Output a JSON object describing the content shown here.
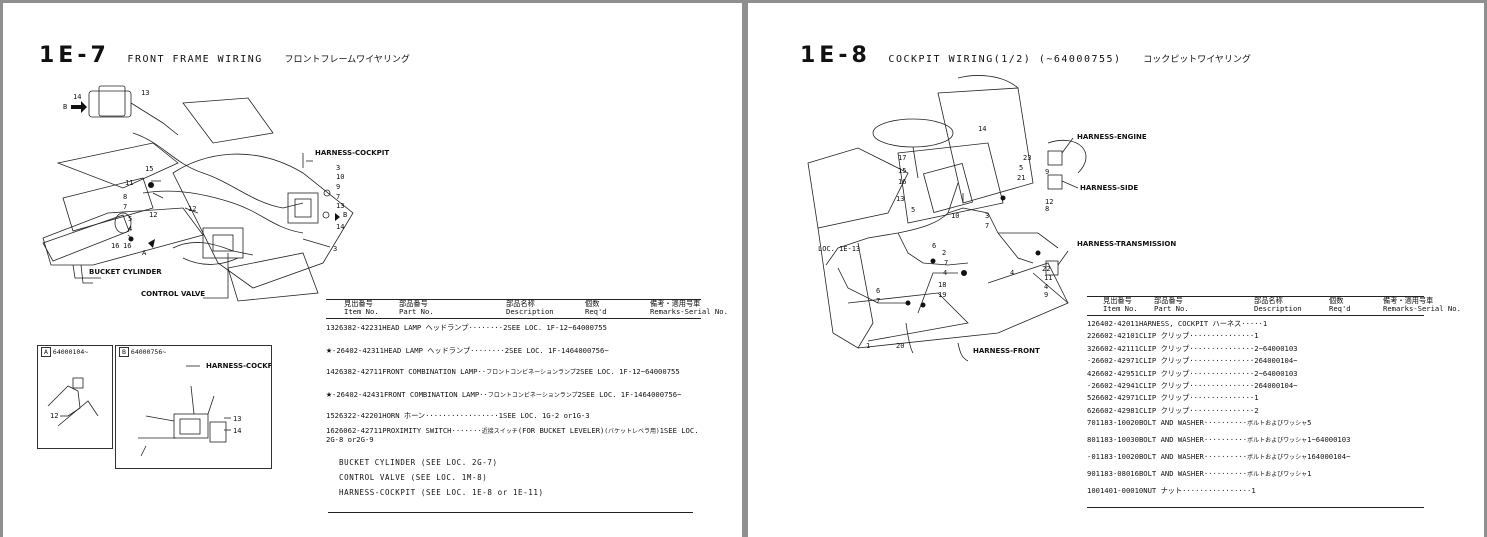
{
  "left_page": {
    "code": "1E-7",
    "name": "FRONT FRAME WIRING",
    "name_jp": "フロントフレームワイヤリング",
    "labels": {
      "harness_cockpit": "HARNESS-COCKPIT",
      "bucket_cylinder": "BUCKET CYLINDER",
      "control_valve": "CONTROL VALVE",
      "view_a": "A",
      "view_b": "B",
      "n3": "3",
      "n4": "4",
      "n5": "5",
      "n7": "7",
      "n8": "8",
      "n9": "9",
      "n10": "10",
      "n11": "11",
      "n12": "12",
      "n13": "13",
      "n14": "14",
      "n15": "15",
      "n16": "16"
    },
    "inset_a": {
      "tag": "A",
      "serial": "64000104~",
      "part": "12"
    },
    "inset_b": {
      "tag": "B",
      "serial": "64000756~",
      "harness": "HARNESS-COCKPIT",
      "p13": "13",
      "p14": "14"
    },
    "table_header": {
      "item_jp": "見出番号",
      "item": "Item No.",
      "part_jp": "部品番号",
      "part": "Part No.",
      "desc_jp": "部品名称",
      "desc": "Description",
      "req_jp": "個数",
      "req": "Req'd",
      "remarks_jp": "備考・適用号車",
      "remarks": "Remarks-Serial No."
    },
    "rows": [
      {
        "star": "",
        "item": "13",
        "part": "26382-42231",
        "desc": "HEAD LAMP ヘッドランプ········",
        "desc2": "",
        "req": "2",
        "remarks": "SEE LOC. 1F-12",
        "remarks2": "~64000755"
      },
      {
        "star": "★",
        "item": "-",
        "part": "26402-42311",
        "desc": "HEAD LAMP ヘッドランプ········",
        "desc2": "",
        "req": "2",
        "remarks": "SEE LOC. 1F-14",
        "remarks2": "64000756~"
      },
      {
        "star": "",
        "item": "14",
        "part": "26382-42711",
        "desc": "FRONT COMBINATION LAMP··",
        "desc2": "フロントコンビネーションランプ",
        "req": "2",
        "remarks": "SEE LOC. 1F-12",
        "remarks2": "~64000755"
      },
      {
        "star": "★",
        "item": "-",
        "part": "26402-42431",
        "desc": "FRONT COMBINATION LAMP··",
        "desc2": "フロントコンビネーションランプ",
        "req": "2",
        "remarks": "SEE LOC. 1F-14",
        "remarks2": "64000756~"
      },
      {
        "star": "",
        "item": "15",
        "part": "26322-42201",
        "desc": "HORN ホーン·················",
        "desc2": "",
        "req": "1",
        "remarks": "SEE LOC. 1G-2 or",
        "remarks2": "1G-3"
      },
      {
        "star": "",
        "item": "16",
        "part": "26062-42711",
        "desc": "PROXIMITY SWITCH·······",
        "desc2": "近接スイッチ",
        "desc3": "(FOR BUCKET LEVELER)",
        "desc4": "(バケットレベラ用)",
        "req": "1",
        "remarks": "SEE LOC. 2G-8 or",
        "remarks2": "2G-9"
      }
    ],
    "notes": [
      "BUCKET CYLINDER (SEE LOC. 2G-7)",
      "CONTROL VALVE (SEE LOC. 1M-8)",
      "HARNESS-COCKPIT (SEE LOC. 1E-8 or 1E-11)"
    ]
  },
  "right_page": {
    "code": "1E-8",
    "name": "COCKPIT WIRING(1/2) (~64000755)",
    "name_jp": "コックピットワイヤリング",
    "labels": {
      "harness_engine": "HARNESS-ENGINE",
      "harness_side": "HARNESS-SIDE",
      "harness_transmission": "HARNESS-TRANSMISSION",
      "harness_front": "HARNESS-FRONT",
      "loc": "LOC. 1E-13",
      "n1": "1",
      "n2": "2",
      "n3": "3",
      "n4": "4",
      "n5": "5",
      "n6": "6",
      "n7": "7",
      "n8": "8",
      "n9": "9",
      "n10": "10",
      "n11": "11",
      "n12": "12",
      "n13": "13",
      "n14": "14",
      "n15": "15",
      "n16": "16",
      "n17": "17",
      "n18": "18",
      "n19": "19",
      "n20": "20",
      "n21": "21",
      "n22": "22",
      "n23": "23"
    },
    "table_header": {
      "item_jp": "見出番号",
      "item": "Item No.",
      "part_jp": "部品番号",
      "part": "Part No.",
      "desc_jp": "部品名称",
      "desc": "Description",
      "req_jp": "個数",
      "req": "Req'd",
      "remarks_jp": "備考・適用号車",
      "remarks": "Remarks-Serial No."
    },
    "rows": [
      {
        "item": "1",
        "part": "26402-42011",
        "desc": "HARNESS, COCKPIT ハーネス·····",
        "desc2": "",
        "req": "1",
        "remarks": ""
      },
      {
        "item": "2",
        "part": "26602-42101",
        "desc": "CLIP クリップ···············",
        "desc2": "",
        "req": "1",
        "remarks": ""
      },
      {
        "item": "3",
        "part": "26602-42111",
        "desc": "CLIP クリップ···············",
        "desc2": "",
        "req": "2",
        "remarks": "~64000103"
      },
      {
        "item": "-",
        "part": "26602-42971",
        "desc": "CLIP クリップ···············",
        "desc2": "",
        "req": "2",
        "remarks": "64000104~"
      },
      {
        "item": "4",
        "part": "26602-42951",
        "desc": "CLIP クリップ···············",
        "desc2": "",
        "req": "2",
        "remarks": "~64000103"
      },
      {
        "item": "-",
        "part": "26602-42941",
        "desc": "CLIP クリップ···············",
        "desc2": "",
        "req": "2",
        "remarks": "64000104~"
      },
      {
        "item": "5",
        "part": "26602-42971",
        "desc": "CLIP クリップ···············",
        "desc2": "",
        "req": "1",
        "remarks": ""
      },
      {
        "item": "6",
        "part": "26602-42981",
        "desc": "CLIP クリップ···············",
        "desc2": "",
        "req": "2",
        "remarks": ""
      },
      {
        "item": "7",
        "part": "01183-10020",
        "desc": "BOLT AND WASHER··········",
        "desc2": "ボルトおよびワッシャ",
        "req": "5",
        "remarks": ""
      },
      {
        "item": "8",
        "part": "01183-10030",
        "desc": "BOLT AND WASHER··········",
        "desc2": "ボルトおよびワッシャ",
        "req": "1",
        "remarks": "~64000103"
      },
      {
        "item": "-",
        "part": "01183-10020",
        "desc": "BOLT AND WASHER··········",
        "desc2": "ボルトおよびワッシャ",
        "req": "1",
        "remarks": "64000104~"
      },
      {
        "item": "9",
        "part": "01183-08016",
        "desc": "BOLT AND WASHER··········",
        "desc2": "ボルトおよびワッシャ",
        "req": "1",
        "remarks": ""
      },
      {
        "item": "10",
        "part": "01401-00010",
        "desc": "NUT ナット················",
        "desc2": "",
        "req": "1",
        "remarks": ""
      }
    ]
  }
}
